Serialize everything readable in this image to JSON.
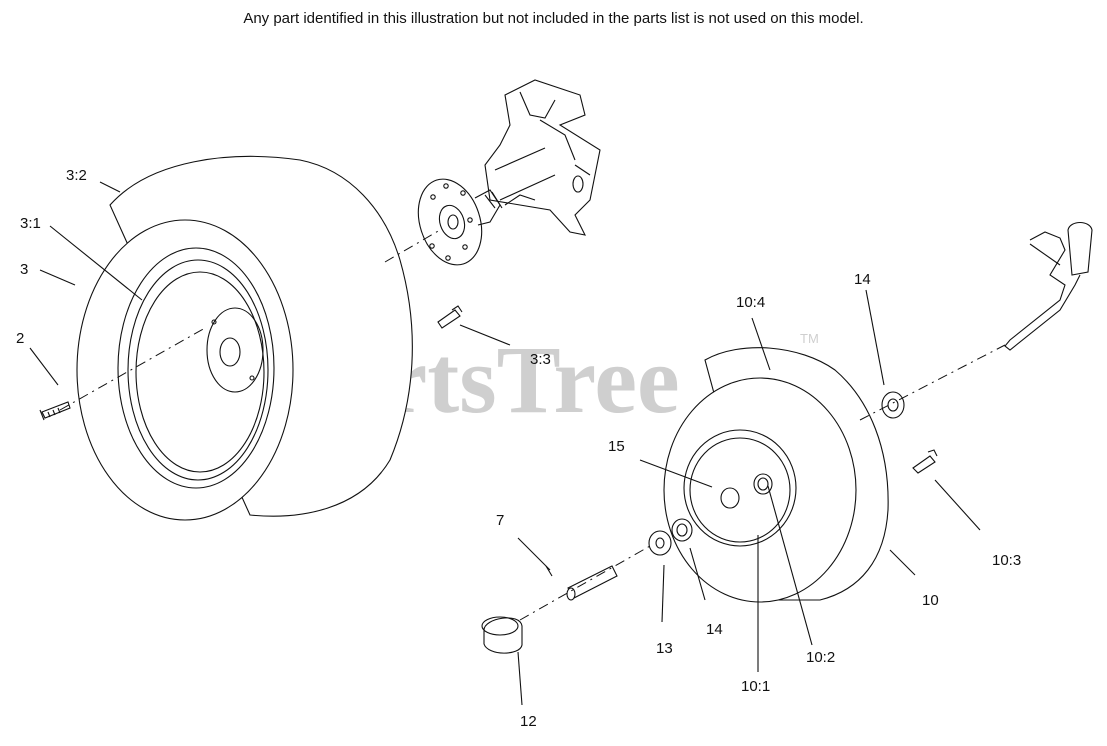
{
  "notice": "Any part identified in this illustration but not included in the parts list is not used on this model.",
  "watermark": {
    "text": "PartsTree",
    "trademark": "TM"
  },
  "callouts": [
    {
      "id": "3:2",
      "label": "3:2"
    },
    {
      "id": "3:1",
      "label": "3:1"
    },
    {
      "id": "3",
      "label": "3"
    },
    {
      "id": "2",
      "label": "2"
    },
    {
      "id": "3:3",
      "label": "3:3"
    },
    {
      "id": "10:4",
      "label": "10:4"
    },
    {
      "id": "14a",
      "label": "14"
    },
    {
      "id": "15",
      "label": "15"
    },
    {
      "id": "7",
      "label": "7"
    },
    {
      "id": "10:3",
      "label": "10:3"
    },
    {
      "id": "10",
      "label": "10"
    },
    {
      "id": "14b",
      "label": "14"
    },
    {
      "id": "13",
      "label": "13"
    },
    {
      "id": "10:2",
      "label": "10:2"
    },
    {
      "id": "10:1",
      "label": "10:1"
    },
    {
      "id": "12",
      "label": "12"
    }
  ],
  "colors": {
    "line": "#111111",
    "watermark": "#cfcfcf",
    "background": "#ffffff"
  }
}
